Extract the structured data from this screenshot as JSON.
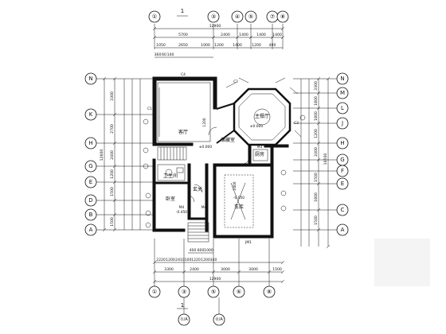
{
  "top_axes": [
    "①",
    "③",
    "④",
    "⑤",
    "⑦",
    "⑧"
  ],
  "bottom_axes": [
    "①",
    "③",
    "⑤",
    "⑥",
    "⑧"
  ],
  "bottom_sub_axes": [
    "①/A",
    "②/A"
  ],
  "left_axes": [
    "N",
    "K",
    "H",
    "G",
    "E",
    "D",
    "B",
    "A"
  ],
  "right_axes": [
    "N",
    "M",
    "L",
    "J",
    "H",
    "G",
    "F",
    "E",
    "C",
    "A"
  ],
  "section_mark": "1",
  "dims_top_total": "12900",
  "dims_top_row1": [
    "5700",
    "2400",
    "1400",
    "1400",
    "1400"
  ],
  "dims_top_row2": [
    "1050",
    "2650",
    "1000",
    "1200",
    "1400",
    "1200",
    "400"
  ],
  "dims_top_row3": [
    "360",
    "60",
    "140"
  ],
  "dims_bottom_total": "12900",
  "dims_bottom_row1": [
    "3300",
    "2400",
    "3000",
    "3000",
    "1500"
  ],
  "dims_bottom_row2": [
    "2220",
    "1200",
    "2410",
    "100",
    "1220",
    "1200",
    "340"
  ],
  "dims_bottom_row3": [
    "400",
    "600",
    "1000"
  ],
  "dims_left_total": "12600",
  "dims_left_row1": [
    "3300",
    "2700",
    "2400",
    "1200",
    "1500",
    "1500"
  ],
  "dims_right_total": "16500",
  "dims_right_row1": [
    "3300",
    "1800",
    "1800",
    "1200",
    "2400",
    "1500",
    "1800",
    "1500"
  ],
  "rooms": {
    "living": "客厅",
    "dining": "主餐厅",
    "kitchen": "厨房",
    "garage": "车库",
    "stair": "卧室",
    "entry": "玄关",
    "storage": "储藏室",
    "bath": "卫生间"
  },
  "labels": {
    "c1": "C4",
    "c2": "C1",
    "c3": "C2",
    "c4": "C3",
    "d1": "M4",
    "d2": "M4",
    "d3": "JM1",
    "d4": "M3",
    "lvl1": "-0.450",
    "lvl2": "±0.000",
    "lvl3": "-0.050",
    "lvl4": "±0.000",
    "spot1": "1200",
    "spot2": "2400"
  }
}
